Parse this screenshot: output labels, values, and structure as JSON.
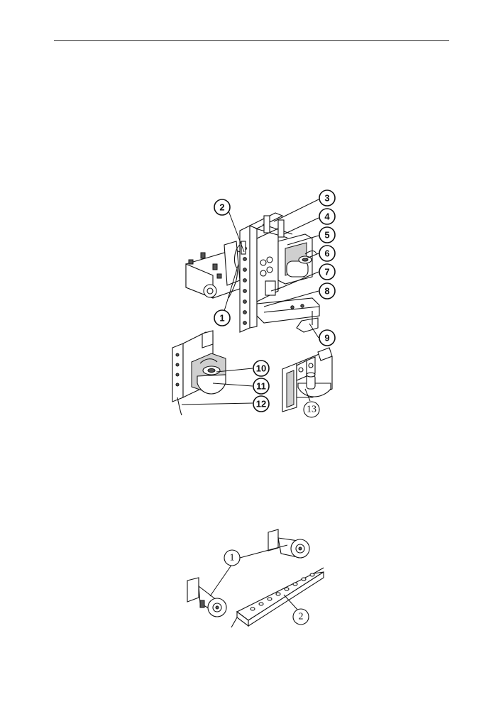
{
  "figure_top": {
    "callouts": [
      "1",
      "2",
      "3",
      "4",
      "5",
      "6",
      "7",
      "8",
      "9",
      "10",
      "11",
      "12",
      "13"
    ]
  },
  "figure_bottom": {
    "callouts": [
      "1",
      "2"
    ]
  }
}
